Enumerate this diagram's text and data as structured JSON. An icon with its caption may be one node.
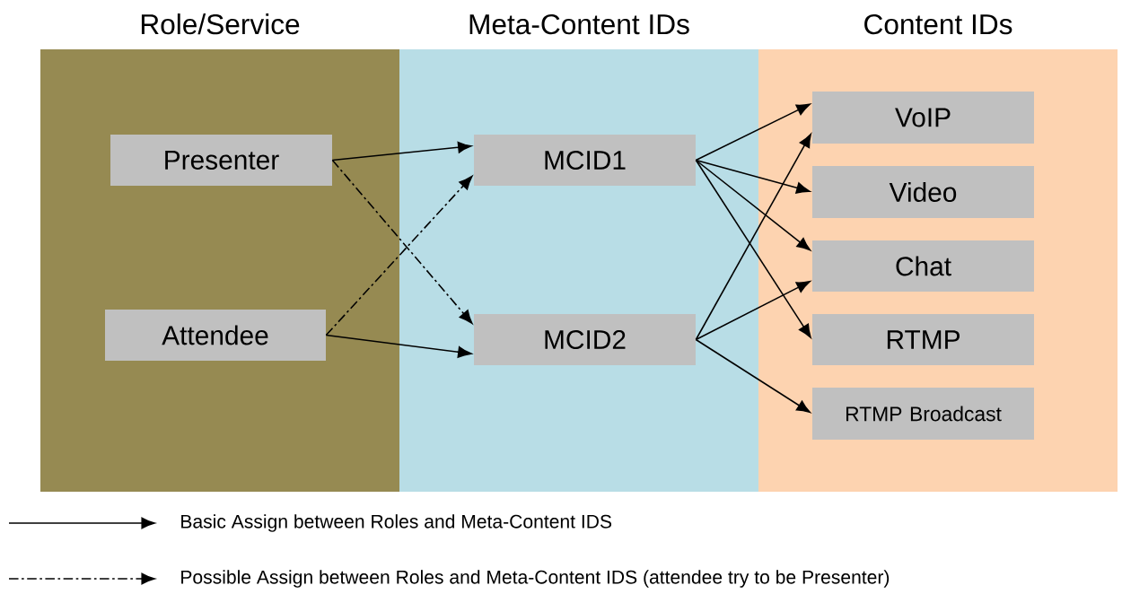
{
  "diagram": {
    "nodes": [
      {
        "text": [
          "Role/Service"
        ]
      },
      {
        "text": [
          "Meta-Content IDs"
        ]
      },
      {
        "text": [
          "Content IDs"
        ]
      },
      {
        "text": [
          "Presenter"
        ],
        "in": 0
      },
      {
        "text": [
          "Attendee"
        ],
        "in": 0
      },
      {
        "text": [
          "MCID1"
        ],
        "in": 1
      },
      {
        "text": [
          "MCID2"
        ],
        "in": 1
      },
      {
        "text": [
          "VoIP"
        ],
        "in": 2
      },
      {
        "text": [
          "Video"
        ],
        "in": 2
      },
      {
        "text": [
          "Chat"
        ],
        "in": 2
      },
      {
        "text": [
          "RTMP"
        ],
        "in": 2
      },
      {
        "text": [
          "RTMP Broadcast"
        ],
        "in": 2
      }
    ],
    "edges": [
      {
        "from": 3,
        "to": 5,
        "arrow": "to"
      },
      {
        "from": 3,
        "to": 6,
        "arrow": "to",
        "style": "dashed"
      },
      {
        "from": 4,
        "to": 5,
        "arrow": "to",
        "style": "dashed"
      },
      {
        "from": 4,
        "to": 6,
        "arrow": "to"
      },
      {
        "from": 5,
        "to": 7,
        "arrow": "to"
      },
      {
        "from": 5,
        "to": 8,
        "arrow": "to"
      },
      {
        "from": 5,
        "to": 9,
        "arrow": "to"
      },
      {
        "from": 5,
        "to": 10,
        "arrow": "to"
      },
      {
        "from": 6,
        "to": 7,
        "arrow": "to"
      },
      {
        "from": 6,
        "to": 9,
        "arrow": "to"
      },
      {
        "from": 6,
        "to": 11,
        "arrow": "to"
      }
    ],
    "legend": [
      {
        "text": "Basic Assign between Roles and Meta-Content  IDS"
      },
      {
        "text": "Possible Assign between Roles and Meta-Content  IDS (attendee try to be Presenter)"
      }
    ]
  }
}
